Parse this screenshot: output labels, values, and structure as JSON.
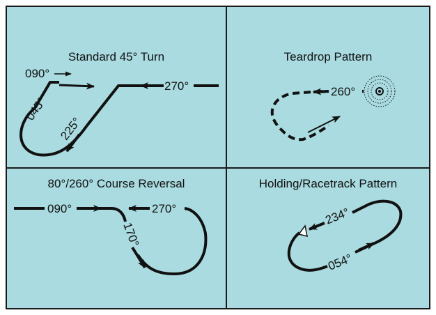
{
  "panels": [
    {
      "title": "Standard 45° Turn",
      "headings": [
        "090°",
        "045°",
        "225°",
        "270°"
      ]
    },
    {
      "title": "Teardrop Pattern",
      "headings": [
        "260°"
      ]
    },
    {
      "title": "80°/260° Course Reversal",
      "headings": [
        "090°",
        "270°",
        "170°"
      ]
    },
    {
      "title": "Holding/Racetrack Pattern",
      "headings": [
        "234°",
        "054°"
      ]
    }
  ],
  "colors": {
    "background": "#a9dbe0",
    "ink": "#111111"
  },
  "icons": [
    "arrowhead-icon",
    "navaid-icon",
    "fix-triangle-icon"
  ]
}
